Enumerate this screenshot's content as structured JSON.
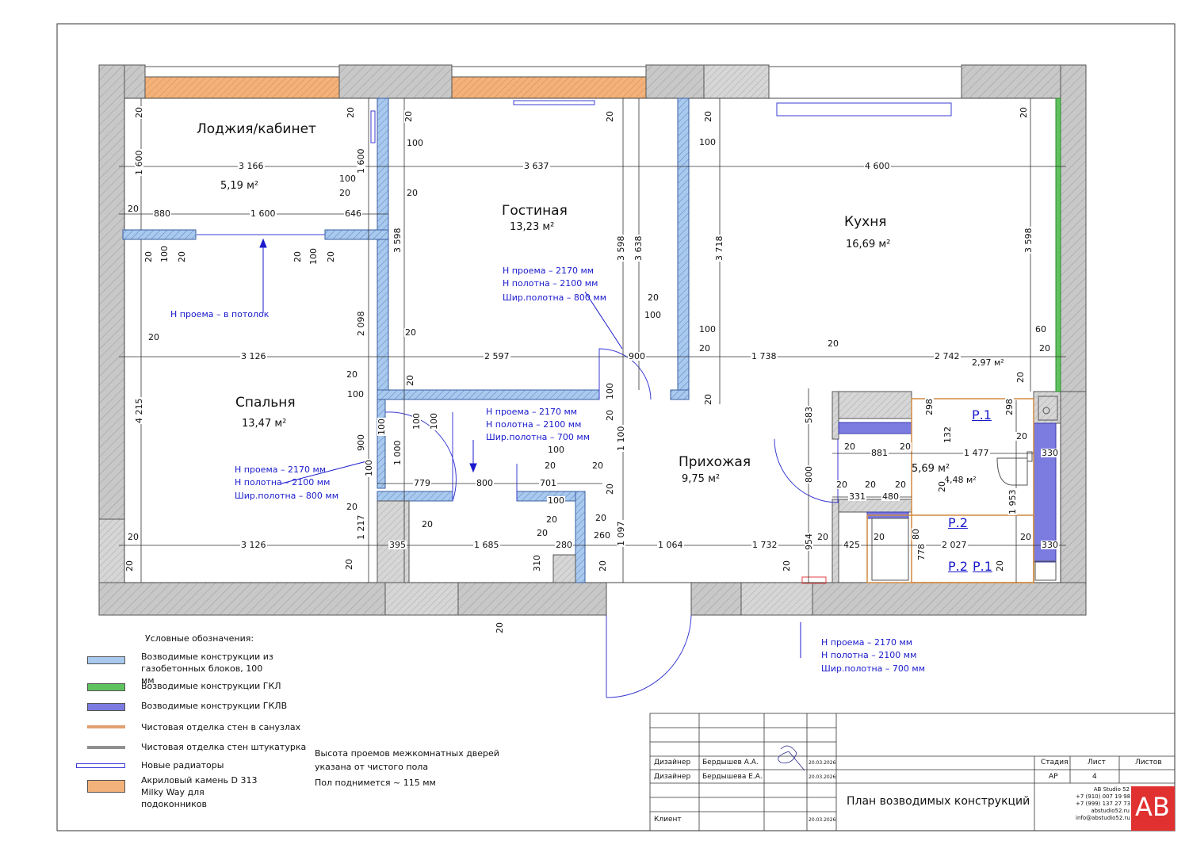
{
  "rooms": [
    {
      "name": "Лоджия/кабинет",
      "area": "5,19 м²"
    },
    {
      "name": "Гостиная",
      "area": "13,23 м²"
    },
    {
      "name": "Кухня",
      "area": "16,69 м²"
    },
    {
      "name": "Спальня",
      "area": "13,47 м²"
    },
    {
      "name": "Прихожая",
      "area": "9,75 м²"
    }
  ],
  "bath_areas": [
    "5,69 м²",
    "4,48 м²",
    "2,97 м²"
  ],
  "dims": {
    "d3166": "3 166",
    "d3637": "3 637",
    "d4600": "4 600",
    "d880": "880",
    "d1600": "1 600",
    "d646": "646",
    "d3126a": "3 126",
    "d2597": "2 597",
    "d900a": "900",
    "d1738": "1 738",
    "d2742": "2 742",
    "d779": "779",
    "d800": "800",
    "d701": "701",
    "d3126b": "3 126",
    "d395": "395",
    "d1685": "1 685",
    "d280": "280",
    "d260": "260",
    "d1064": "1 064",
    "d1732": "1 732",
    "d425": "425",
    "d2027": "2 027",
    "d330a": "330",
    "d330b": "330",
    "d881": "881",
    "d1477": "1 477",
    "d331": "331",
    "d480": "480",
    "v1600a": "1 600",
    "v1600b": "1 600",
    "v3598a": "3 598",
    "v3598b": "3 598",
    "v3638": "3 638",
    "v3718": "3 718",
    "v3598c": "3 598",
    "v4215": "4 215",
    "v2098": "2 098",
    "v900": "900",
    "v1000": "1 000",
    "v1217": "1 217",
    "v1100": "1 100",
    "v1097": "1 097",
    "v583": "583",
    "v954": "954",
    "v1953": "1 953",
    "v298a": "298",
    "v298b": "298",
    "v132": "132",
    "v778": "778",
    "v80": "80",
    "v310": "310",
    "v800": "800",
    "n20": "20",
    "n100": "100",
    "n60": "60"
  },
  "doors": [
    {
      "h_opening": "Н проема – 2170 мм",
      "h_leaf": "Н полотна – 2100 мм",
      "w_leaf": "Шир.полотна – 800 мм"
    },
    {
      "h_opening": "Н проема – 2170 мм",
      "h_leaf": "Н полотна – 2100 мм",
      "w_leaf": "Шир.полотна – 700 мм"
    },
    {
      "h_opening": "Н проема – 2170 мм",
      "h_leaf": "Н полотна – 2100 мм",
      "w_leaf": "Шир.полотна – 800 мм"
    },
    {
      "h_opening": "Н проема – 2170 мм",
      "h_leaf": "Н полотна – 2100 мм",
      "w_leaf": "Шир.полотна – 700 мм"
    }
  ],
  "ceiling_note": "Н проема – в потолок",
  "markers": [
    "Р.1",
    "Р.2",
    "Р.2",
    "Р.1"
  ],
  "legend": {
    "title": "Условные обозначения:",
    "items": [
      {
        "label": "Возводимые конструкции из газобетонных блоков, 100 мм",
        "color": "#a9c9ee"
      },
      {
        "label": "Возводимые конструкции ГКЛ",
        "color": "#5ec25e"
      },
      {
        "label": "Возводимые конструкции ГКЛВ",
        "color": "#7b7be0"
      },
      {
        "label": "Чистовая отделка стен в санузлах",
        "color": "#e0a070"
      },
      {
        "label": "Чистовая отделка стен штукатурка",
        "color": "#909090"
      },
      {
        "label": "Новые радиаторы",
        "color": "#3b3bd6"
      },
      {
        "label": "Акриловый камень D 313 Milky Way для подоконников",
        "color": "#f2b27a"
      }
    ]
  },
  "notes": {
    "line1": "Высота проемов межкомнатных дверей",
    "line2": "указана от чистого пола",
    "line3": "Пол поднимется ~ 115 мм"
  },
  "stamp": {
    "role1": "Дизайнер",
    "name1": "Бердышев А.А.",
    "date1": "20.03.2026",
    "role2": "Дизайнер",
    "name2": "Бердышева Е.А.",
    "date2": "20.03.2026",
    "role3": "Клиент",
    "date3": "20.03.2026",
    "title": "План возводимых конструкций",
    "stage_label": "Стадия",
    "sheet_label": "Лист",
    "sheets_label": "Листов",
    "stage": "АР",
    "sheet": "4",
    "studio": "AB Studio 52",
    "phone1": "+7 (910) 007 19 98",
    "phone2": "+7 (999) 137 27 73",
    "site": "abstudio52.ru",
    "email": "info@abstudio52.ru",
    "logo": "AB"
  }
}
